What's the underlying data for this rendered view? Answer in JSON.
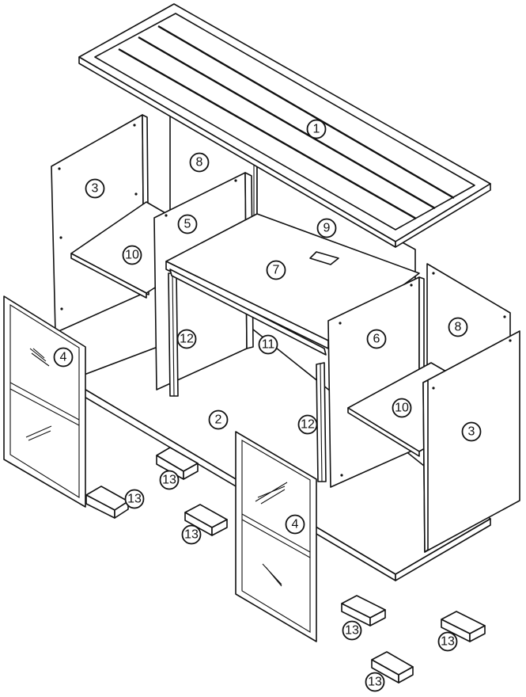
{
  "callouts": [
    {
      "label": "1"
    },
    {
      "label": "2"
    },
    {
      "label": "3"
    },
    {
      "label": "3"
    },
    {
      "label": "4"
    },
    {
      "label": "4"
    },
    {
      "label": "5"
    },
    {
      "label": "6"
    },
    {
      "label": "7"
    },
    {
      "label": "8"
    },
    {
      "label": "8"
    },
    {
      "label": "9"
    },
    {
      "label": "10"
    },
    {
      "label": "10"
    },
    {
      "label": "11"
    },
    {
      "label": "12"
    },
    {
      "label": "12"
    },
    {
      "label": "13"
    },
    {
      "label": "13"
    },
    {
      "label": "13"
    },
    {
      "label": "13"
    },
    {
      "label": "13"
    },
    {
      "label": "13"
    }
  ]
}
